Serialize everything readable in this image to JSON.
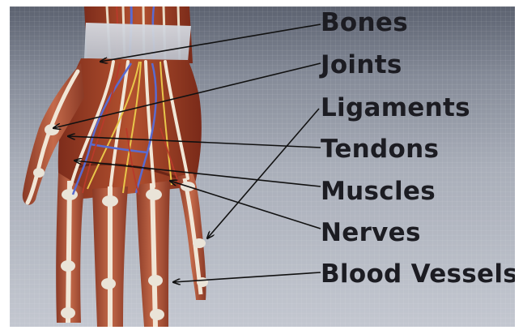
{
  "labels": {
    "bones": "Bones",
    "joints": "Joints",
    "ligaments": "Ligaments",
    "tendons": "Tendons",
    "muscles": "Muscles",
    "nerves": "Nerves",
    "blood_vessels": "Blood Vessels"
  },
  "colors": {
    "background": "#9aa0ab",
    "muscle": "#a8452c",
    "tendon": "#f1e6d6",
    "bone": "#eae4d8",
    "nerve": "#e8c64a",
    "vein": "#5a6bd0",
    "artery": "#b83a2a",
    "label_text": "#1c1c22",
    "arrow": "#111111"
  }
}
